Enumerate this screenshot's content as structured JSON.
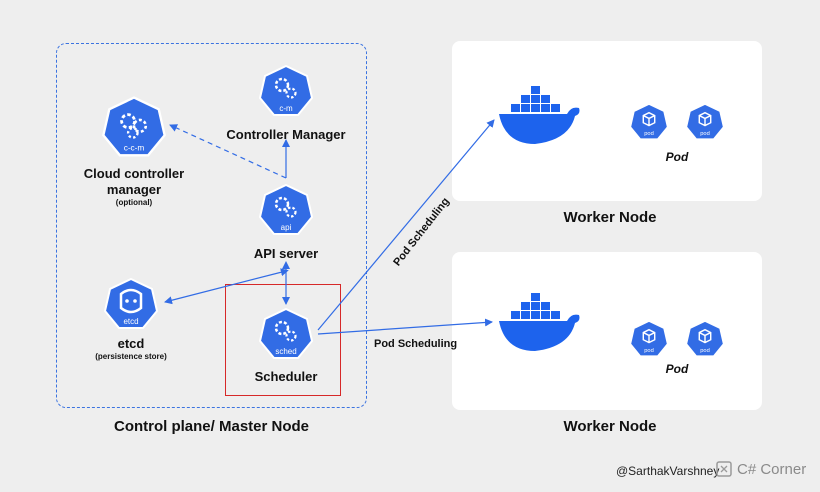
{
  "control_plane": {
    "title": "Control plane/ Master Node",
    "components": {
      "controller_manager": {
        "label": "Controller Manager",
        "icon_text": "c-m"
      },
      "cloud_controller_manager": {
        "label_line1": "Cloud controller",
        "label_line2": "manager",
        "note": "(optional)",
        "icon_text": "c-c-m"
      },
      "api_server": {
        "label": "API server",
        "icon_text": "api"
      },
      "etcd": {
        "label": "etcd",
        "note": "(persistence store)",
        "icon_text": "etcd"
      },
      "scheduler": {
        "label": "Scheduler",
        "icon_text": "sched"
      }
    }
  },
  "worker_nodes": [
    {
      "title": "Worker Node",
      "pod_label": "Pod",
      "pods": [
        "pod",
        "pod"
      ]
    },
    {
      "title": "Worker Node",
      "pod_label": "Pod",
      "pods": [
        "pod",
        "pod"
      ]
    }
  ],
  "edges": {
    "pod_scheduling_1": "Pod Scheduling",
    "pod_scheduling_2": "Pod Scheduling"
  },
  "footer": {
    "author": "@SarthakVarshney",
    "brand": "C# Corner"
  },
  "colors": {
    "accent_blue": "#326ce5",
    "docker_blue": "#1d63ed",
    "highlight_red": "#d62828"
  }
}
